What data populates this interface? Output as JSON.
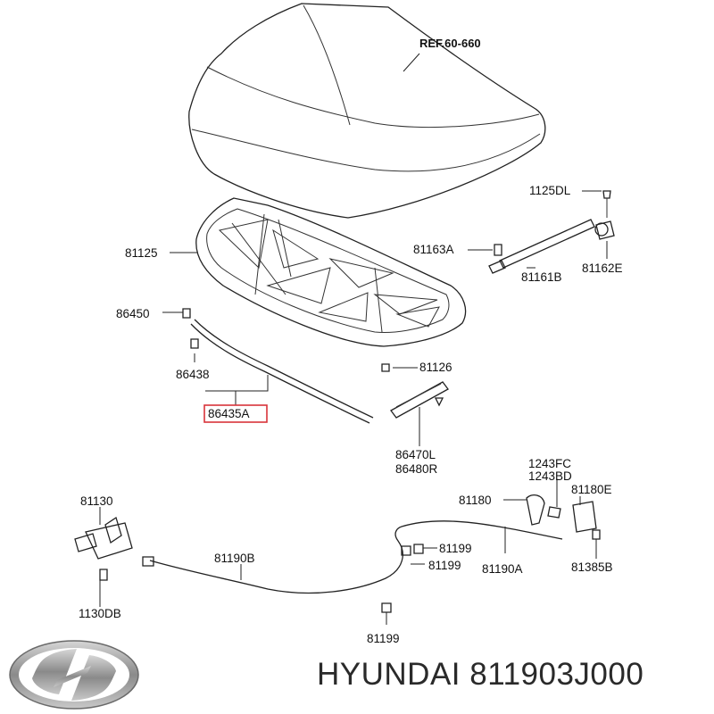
{
  "callouts": {
    "ref": "REF.60-660",
    "p1125dl": "1125DL",
    "p81163a": "81163A",
    "p81125": "81125",
    "p81161b": "81161B",
    "p81162e": "81162E",
    "p86450": "86450",
    "p86438": "86438",
    "p81126": "81126",
    "p86435a": "86435A",
    "p86470l": "86470L",
    "p86480r": "86480R",
    "p1243fc": "1243FC",
    "p1243bd": "1243BD",
    "p81180": "81180",
    "p81180e": "81180E",
    "p81130": "81130",
    "p81190b": "81190B",
    "p81199a": "81199",
    "p81199b": "81199",
    "p81190a": "81190A",
    "p81385b": "81385B",
    "p1130db": "1130DB",
    "p81199c": "81199"
  },
  "brand": {
    "logo_icon": "hyundai-logo-icon",
    "caption": "HYUNDAI 811903J000"
  },
  "colors": {
    "highlight_box": "#d9343a"
  }
}
